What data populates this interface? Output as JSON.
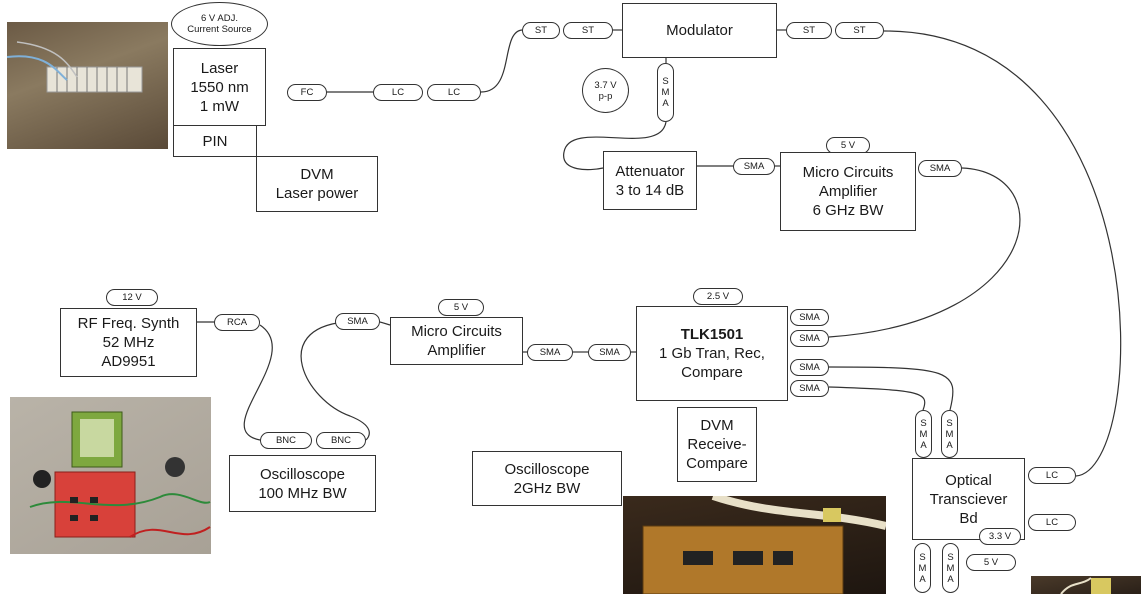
{
  "boxes": {
    "laser": "Laser\n1550 nm\n1 mW",
    "pin": "PIN",
    "dvm_laser": "DVM\nLaser power",
    "modulator": "Modulator",
    "attenuator": "Attenuator\n3 to 14 dB",
    "amp_top": "Micro Circuits\nAmplifier\n6 GHz BW",
    "rf_synth": "RF Freq. Synth\n52 MHz\nAD9951",
    "amp_mid": "Micro Circuits\nAmplifier",
    "tlk_title": "TLK1501",
    "tlk_body": "1 Gb Tran, Rec,\nCompare",
    "osc_100": "Oscilloscope\n100 MHz BW",
    "osc_2g": "Oscilloscope\n2GHz  BW",
    "dvm_receive": "DVM\nReceive-\nCompare",
    "optical": "Optical\nTransciever\nBd"
  },
  "ovals": {
    "current_source": "6 V  ADJ.\nCurrent Source",
    "vpp": "3.7 V\np-p"
  },
  "connectors": {
    "fc": "FC",
    "lc": "LC",
    "st": "ST",
    "sma": "SMA",
    "rca": "RCA",
    "bnc": "BNC"
  },
  "voltages": {
    "amp_top": "5 V",
    "rf_synth": "12 V",
    "amp_mid": "5 V",
    "tlk": "2.5 V",
    "optical": "3.3 V",
    "bottom": "5 V"
  },
  "vertical_sma": [
    "S",
    "M",
    "A"
  ],
  "colors": {
    "line": "#333333",
    "photo_red_board": "#d8413a",
    "photo_pcb": "#b0782a"
  }
}
